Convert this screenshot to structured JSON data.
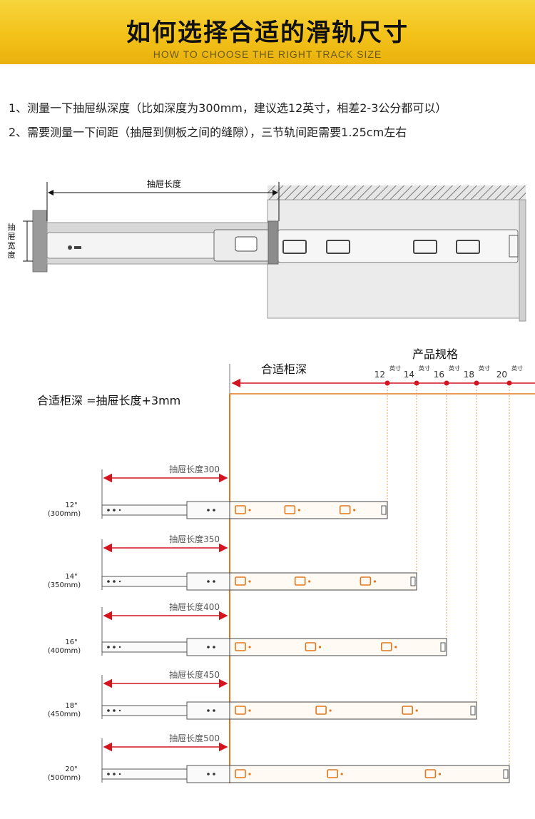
{
  "header": {
    "title": "如何选择合适的滑轨尺寸",
    "subtitle": "HOW TO CHOOSE THE RIGHT TRACK SIZE"
  },
  "notes": {
    "line1": "1、测量一下抽屉纵深度（比如深度为300mm，建议选12英寸，相差2-3公分都可以）",
    "line2": "2、需要测量一下间距（抽屉到侧板之间的缝隙），三节轨间距需要1.25cm左右"
  },
  "diagram1": {
    "length_label": "抽屉长度",
    "width_label": [
      "抽",
      "屉",
      "宽",
      "度"
    ]
  },
  "spec": {
    "title": "产品规格",
    "cabinet_label": "合适柜深",
    "formula": "合适柜深 =抽屉长度+3mm",
    "unit": "英寸",
    "sizes": [
      "12",
      "14",
      "16",
      "18",
      "20"
    ]
  },
  "rails": [
    {
      "inch": "12\"",
      "mm": "(300mm)",
      "drawer_label": "抽屉长度300"
    },
    {
      "inch": "14\"",
      "mm": "(350mm)",
      "drawer_label": "抽屉长度350"
    },
    {
      "inch": "16\"",
      "mm": "(400mm)",
      "drawer_label": "抽屉长度400"
    },
    {
      "inch": "18\"",
      "mm": "(450mm)",
      "drawer_label": "抽屉长度450"
    },
    {
      "inch": "20\"",
      "mm": "(500mm)",
      "drawer_label": "抽屉长度500"
    }
  ],
  "colors": {
    "banner": "#f3c21a",
    "arrow_red": "#d4141e",
    "rail_orange": "#e0781e",
    "dotted_line": "#e0a060"
  }
}
